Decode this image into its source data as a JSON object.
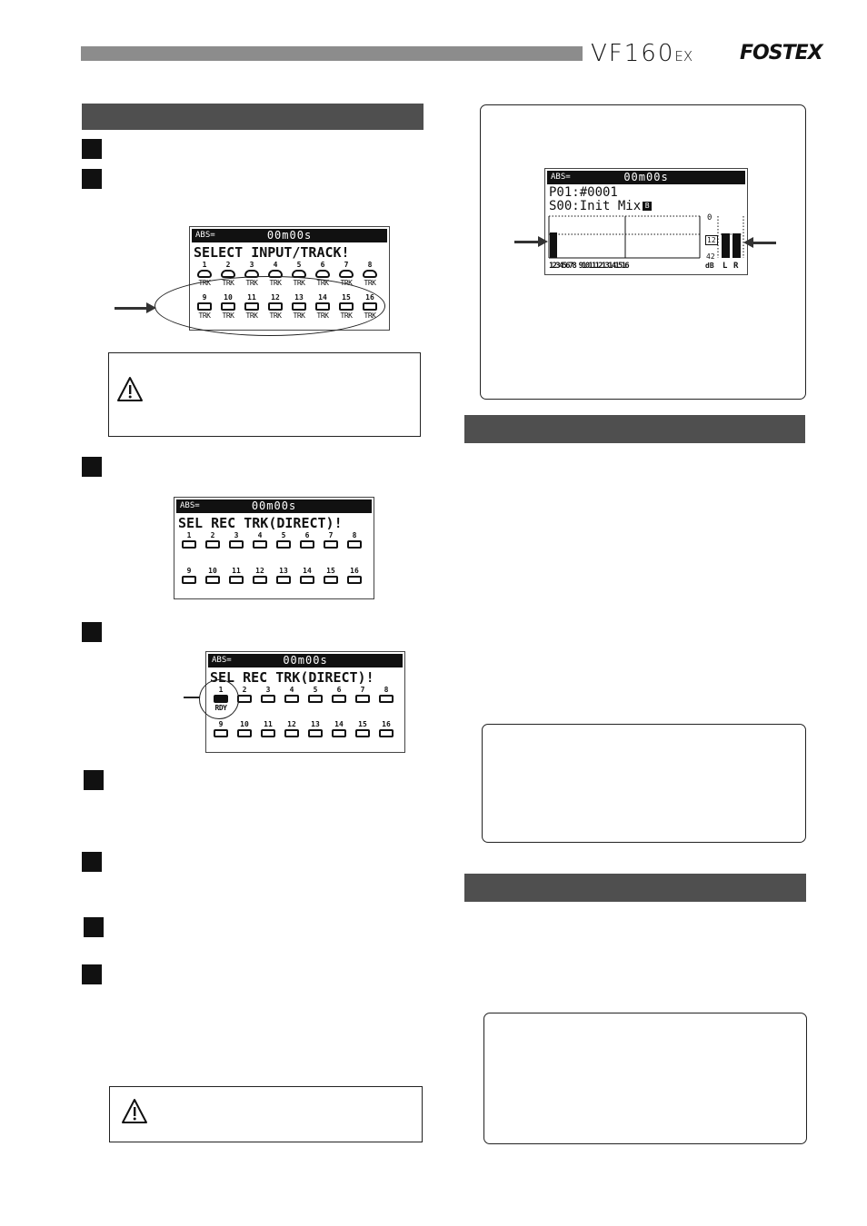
{
  "header": {
    "model": "VF160",
    "model_suffix": "EX",
    "brand": "FOSTEX"
  },
  "screen1": {
    "abs": "ABS=",
    "time": "00m00s",
    "message": "SELECT INPUT/TRACK!",
    "row1": [
      "1",
      "2",
      "3",
      "4",
      "5",
      "6",
      "7",
      "8"
    ],
    "row2": [
      "9",
      "10",
      "11",
      "12",
      "13",
      "14",
      "15",
      "16"
    ],
    "track_label": "TRK"
  },
  "screen2": {
    "abs": "ABS=",
    "time": "00m00s",
    "message": "SEL REC TRK(DIRECT)!",
    "row1": [
      "1",
      "2",
      "3",
      "4",
      "5",
      "6",
      "7",
      "8"
    ],
    "row2": [
      "9",
      "10",
      "11",
      "12",
      "13",
      "14",
      "15",
      "16"
    ]
  },
  "screen3": {
    "abs": "ABS=",
    "time": "00m00s",
    "message": "SEL REC TRK(DIRECT)!",
    "row1": [
      "1",
      "2",
      "3",
      "4",
      "5",
      "6",
      "7",
      "8"
    ],
    "row2": [
      "9",
      "10",
      "11",
      "12",
      "13",
      "14",
      "15",
      "16"
    ],
    "rdy": "RDY"
  },
  "screen4": {
    "abs": "ABS=",
    "time": "00m00s",
    "line1": "P01:#0001",
    "line2": "S00:Init Mix",
    "scene_icon": "B",
    "scale_top": "0",
    "scale_mid": "12",
    "scale_bottom": "42",
    "channels": "12345678 910111213141516",
    "db_label": "dB",
    "l_label": "L",
    "r_label": "R"
  }
}
